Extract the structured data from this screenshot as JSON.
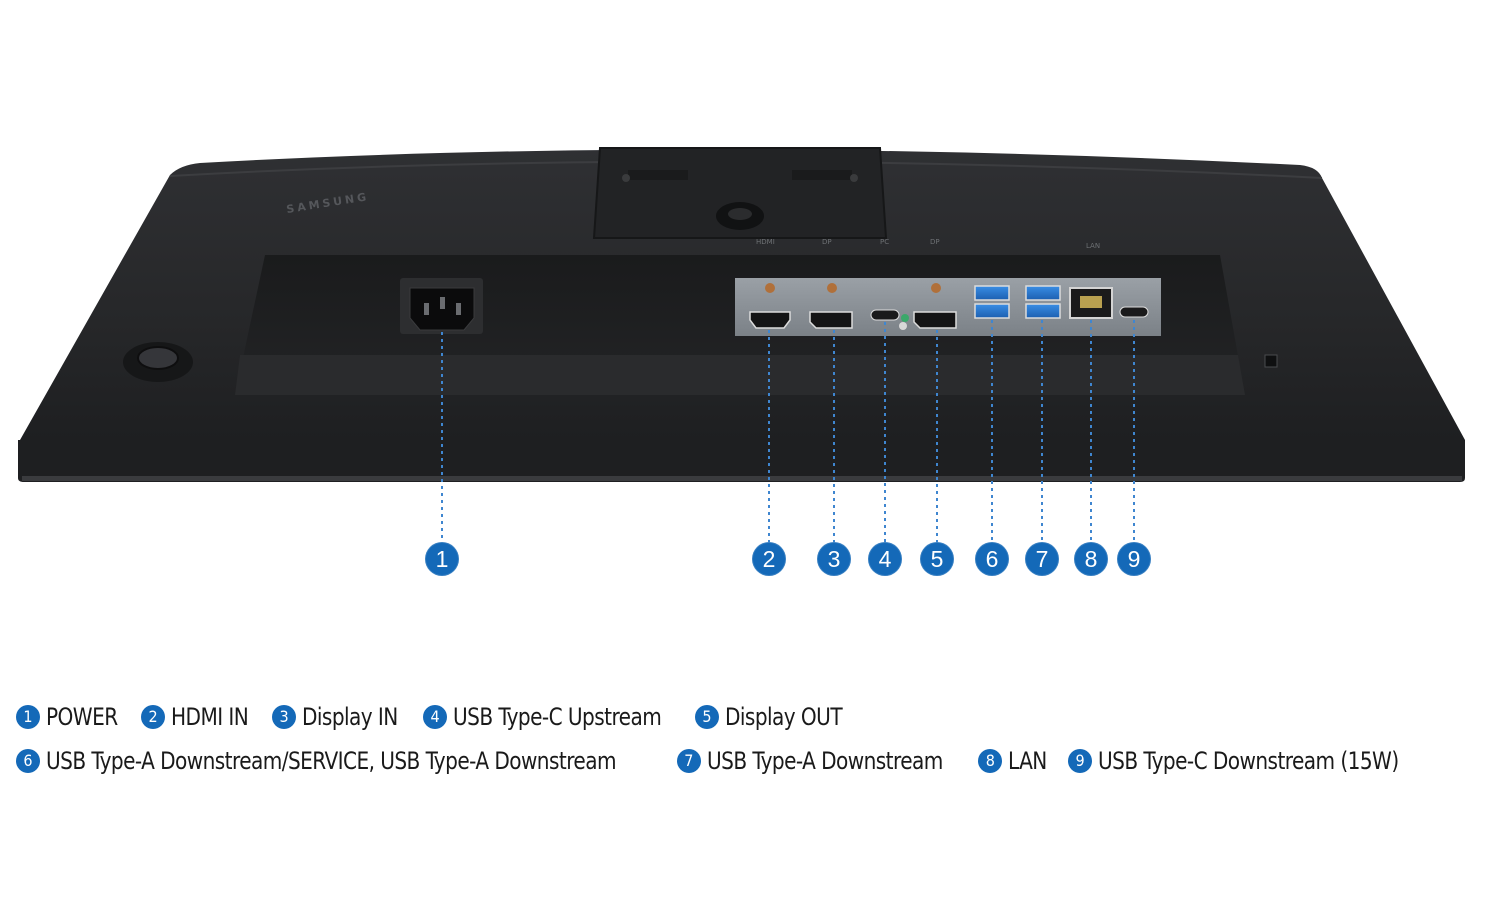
{
  "brand_logo": "SAMSUNG",
  "port_silkscreen": [
    "HDMI",
    "DP",
    "PC",
    "DP",
    "LAN"
  ],
  "ports": [
    {
      "num": "1",
      "label": "POWER"
    },
    {
      "num": "2",
      "label": "HDMI IN"
    },
    {
      "num": "3",
      "label": "Display IN"
    },
    {
      "num": "4",
      "label": "USB Type-C Upstream"
    },
    {
      "num": "5",
      "label": "Display OUT"
    },
    {
      "num": "6",
      "label": "USB Type-A Downstream/SERVICE, USB Type-A Downstream"
    },
    {
      "num": "7",
      "label": "USB Type-A Downstream"
    },
    {
      "num": "8",
      "label": "LAN"
    },
    {
      "num": "9",
      "label": "USB Type-C Downstream (15W)"
    }
  ],
  "colors": {
    "accent": "#1469b8",
    "body": "#2b2c2e",
    "panel": "#8c9298"
  }
}
